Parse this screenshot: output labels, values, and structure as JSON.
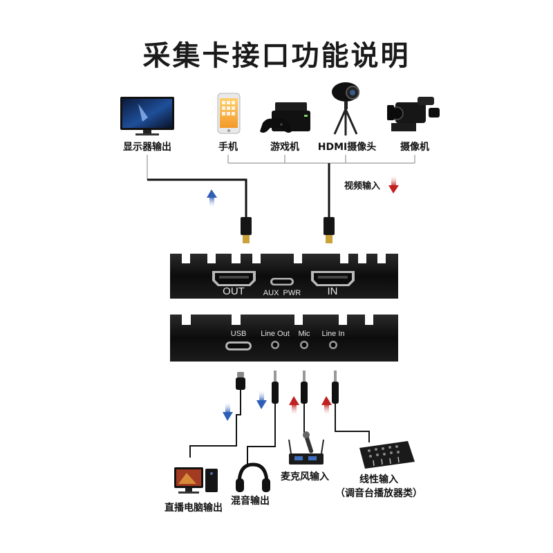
{
  "title": "采集卡接口功能说明",
  "top_devices": {
    "monitor": "显示器输出",
    "phone": "手机",
    "console": "游戏机",
    "hdmi_camera": "HDMI摄像头",
    "camcorder": "摄像机"
  },
  "video_input": "视频输入",
  "front_panel": {
    "out": "OUT",
    "aux_pwr": "AUX  PWR",
    "in": "IN"
  },
  "back_panel": {
    "usb": "USB",
    "line_out": "Line Out",
    "mic": "Mic",
    "line_in": "Line In"
  },
  "bottom_devices": {
    "pc": "直播电脑输出",
    "headphone": "混音输出",
    "mic": "麦克风输入",
    "line_in_1": "线性输入",
    "line_in_2": "（调音台播放器类）"
  },
  "colors": {
    "output_arrow": "#2f5fb5",
    "input_arrow": "#c02020",
    "cable": "#111111",
    "device_body": "#141414"
  }
}
